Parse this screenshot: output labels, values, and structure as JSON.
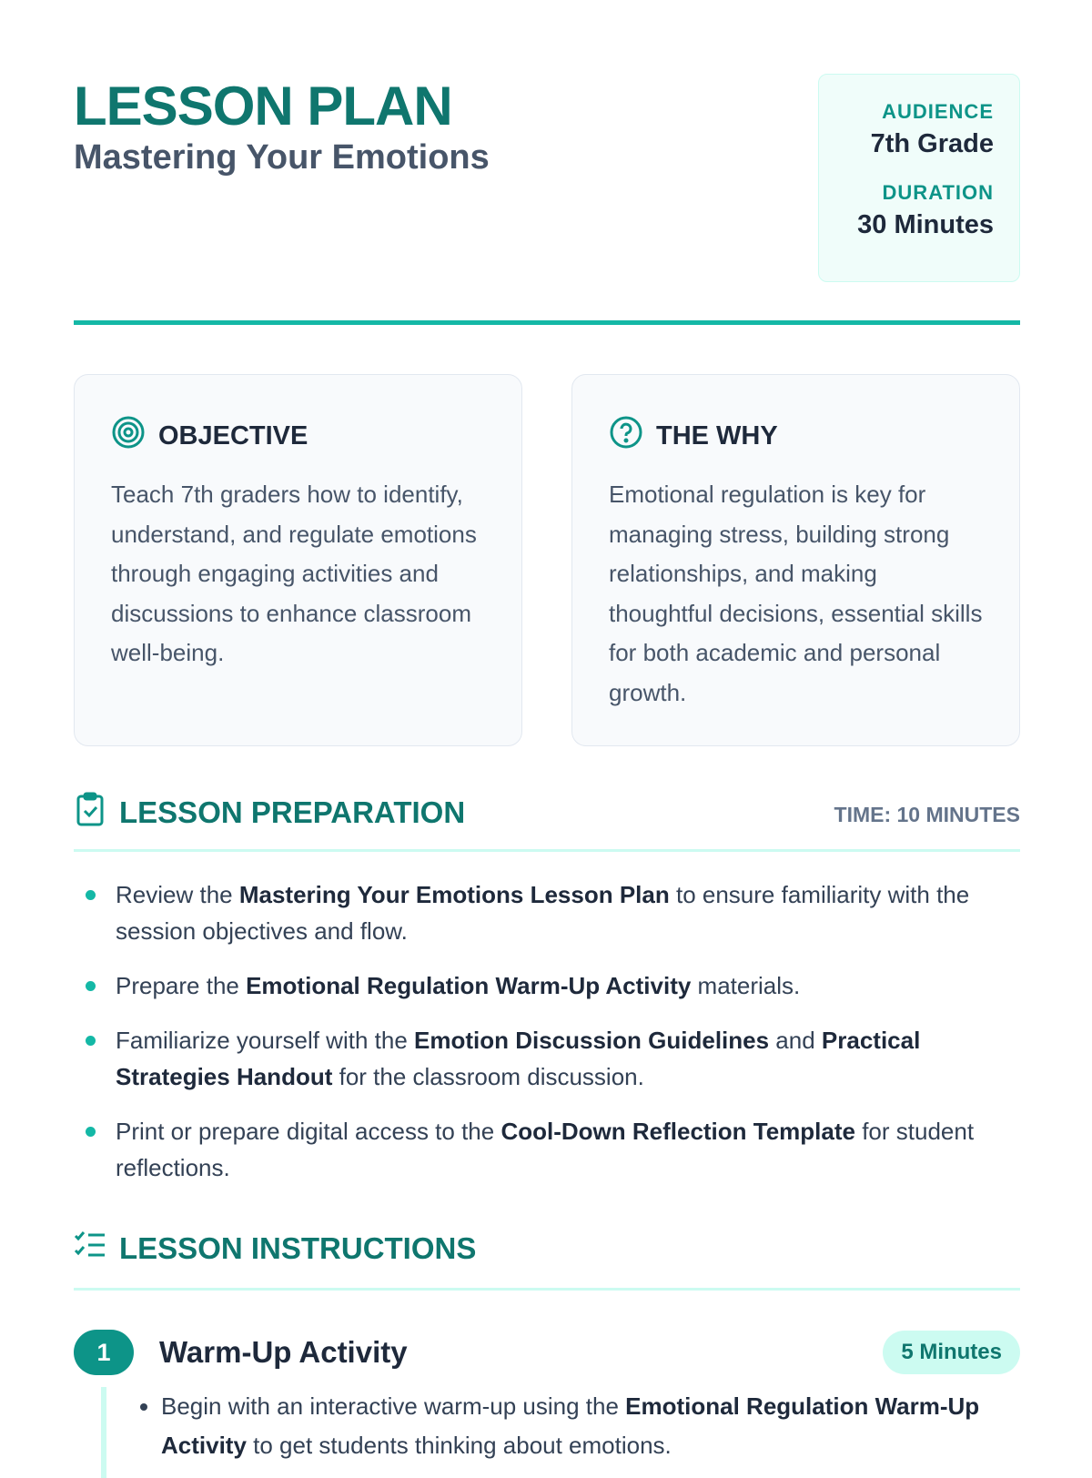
{
  "header": {
    "title": "LESSON PLAN",
    "subtitle": "Mastering Your Emotions",
    "audience_label": "AUDIENCE",
    "audience": "7th Grade",
    "duration_label": "DURATION",
    "duration": "30 Minutes"
  },
  "objective": {
    "title": "OBJECTIVE",
    "text": "Teach 7th graders how to identify, understand, and regulate emotions through engaging activities and discussions to enhance classroom well-being."
  },
  "why": {
    "title": "THE WHY",
    "text": "Emotional regulation is key for managing stress, building strong relationships, and making thoughtful decisions, essential skills for both academic and personal growth."
  },
  "preparation": {
    "title": "LESSON PREPARATION",
    "time": "TIME: 10 MINUTES",
    "items": [
      {
        "a": "Review the ",
        "b": "Mastering Your Emotions Lesson Plan",
        "c": " to ensure familiarity with the session objectives and flow."
      },
      {
        "a": "Prepare the ",
        "b": "Emotional Regulation Warm-Up Activity",
        "c": " materials."
      },
      {
        "a": "Familiarize yourself with the ",
        "b": "Emotion Discussion Guidelines",
        "c": " and ",
        "d": "Practical Strategies Handout",
        "e": " for the classroom discussion."
      },
      {
        "a": "Print or prepare digital access to the ",
        "b": "Cool-Down Reflection Template",
        "c": " for student reflections."
      }
    ]
  },
  "instructions": {
    "title": "LESSON INSTRUCTIONS",
    "steps": [
      {
        "number": "1",
        "title": "Warm-Up Activity",
        "duration": "5 Minutes",
        "items": [
          {
            "a": "Begin with an interactive warm-up using the ",
            "b": "Emotional Regulation Warm-Up Activity",
            "c": " to get students thinking about emotions."
          }
        ]
      }
    ]
  }
}
